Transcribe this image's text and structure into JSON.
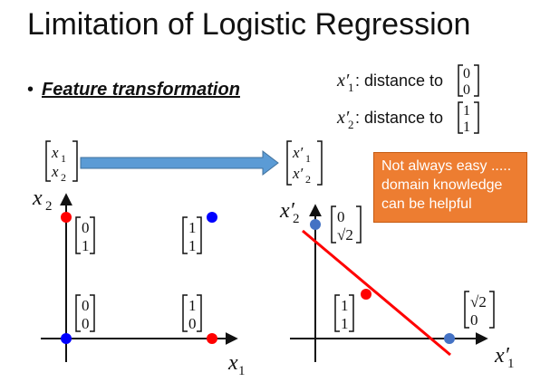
{
  "title": "Limitation of Logistic Regression",
  "bullet": {
    "dot": "•",
    "text": "Feature transformation"
  },
  "definitions": [
    {
      "symbol": "x′",
      "sub": "1",
      "text": ": distance to",
      "vec": [
        "0",
        "0"
      ]
    },
    {
      "symbol": "x′",
      "sub": "2",
      "text": ": distance to",
      "vec": [
        "1",
        "1"
      ]
    }
  ],
  "transform": {
    "from": {
      "rows": [
        {
          "s": "x",
          "sub": "1"
        },
        {
          "s": "x",
          "sub": "2"
        }
      ]
    },
    "to": {
      "rows": [
        {
          "s": "x′",
          "sub": "1"
        },
        {
          "s": "x′",
          "sub": "2"
        }
      ]
    }
  },
  "callout": {
    "lines": [
      "Not always easy .....",
      "domain knowledge",
      "can be helpful"
    ],
    "color": "#ed7d31"
  },
  "left_plot": {
    "xlabel": {
      "s": "x",
      "sub": "1"
    },
    "ylabel": {
      "s": "x",
      "sub": "2"
    },
    "points": [
      {
        "x": 0,
        "y": 0,
        "color": "#0000ff",
        "label": [
          "0",
          "0"
        ]
      },
      {
        "x": 0,
        "y": 1,
        "color": "#ff0000",
        "label": [
          "0",
          "1"
        ]
      },
      {
        "x": 1,
        "y": 0,
        "color": "#ff0000",
        "label": [
          "1",
          "0"
        ]
      },
      {
        "x": 1,
        "y": 1,
        "color": "#0000ff",
        "label": [
          "1",
          "1"
        ]
      }
    ]
  },
  "right_plot": {
    "xlabel": {
      "s": "x′",
      "sub": "1"
    },
    "ylabel": {
      "s": "x′",
      "sub": "2"
    },
    "points": [
      {
        "x": 0,
        "y": 1.414,
        "color": "#4472c4",
        "label": [
          "0",
          "√2"
        ]
      },
      {
        "x": 1,
        "y": 1,
        "color": "#ff0000",
        "label": [
          "1",
          "1"
        ]
      },
      {
        "x": 1.414,
        "y": 0,
        "color": "#4472c4",
        "label": [
          "√2",
          "0"
        ]
      }
    ],
    "boundary_color": "#ff0000"
  },
  "colors": {
    "arrow": "#5b9bd5",
    "arrow_border": "#41719c"
  }
}
